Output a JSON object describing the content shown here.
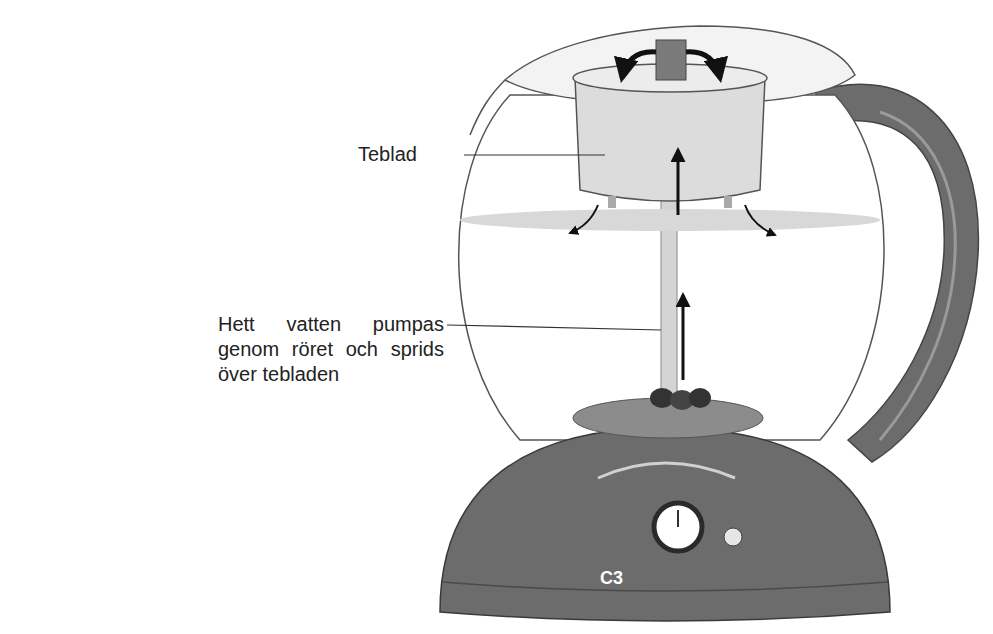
{
  "diagram": {
    "labels": [
      "Teblad",
      "Hett vatten pumpas genom röret och sprids över tebladen",
      "C3"
    ]
  }
}
